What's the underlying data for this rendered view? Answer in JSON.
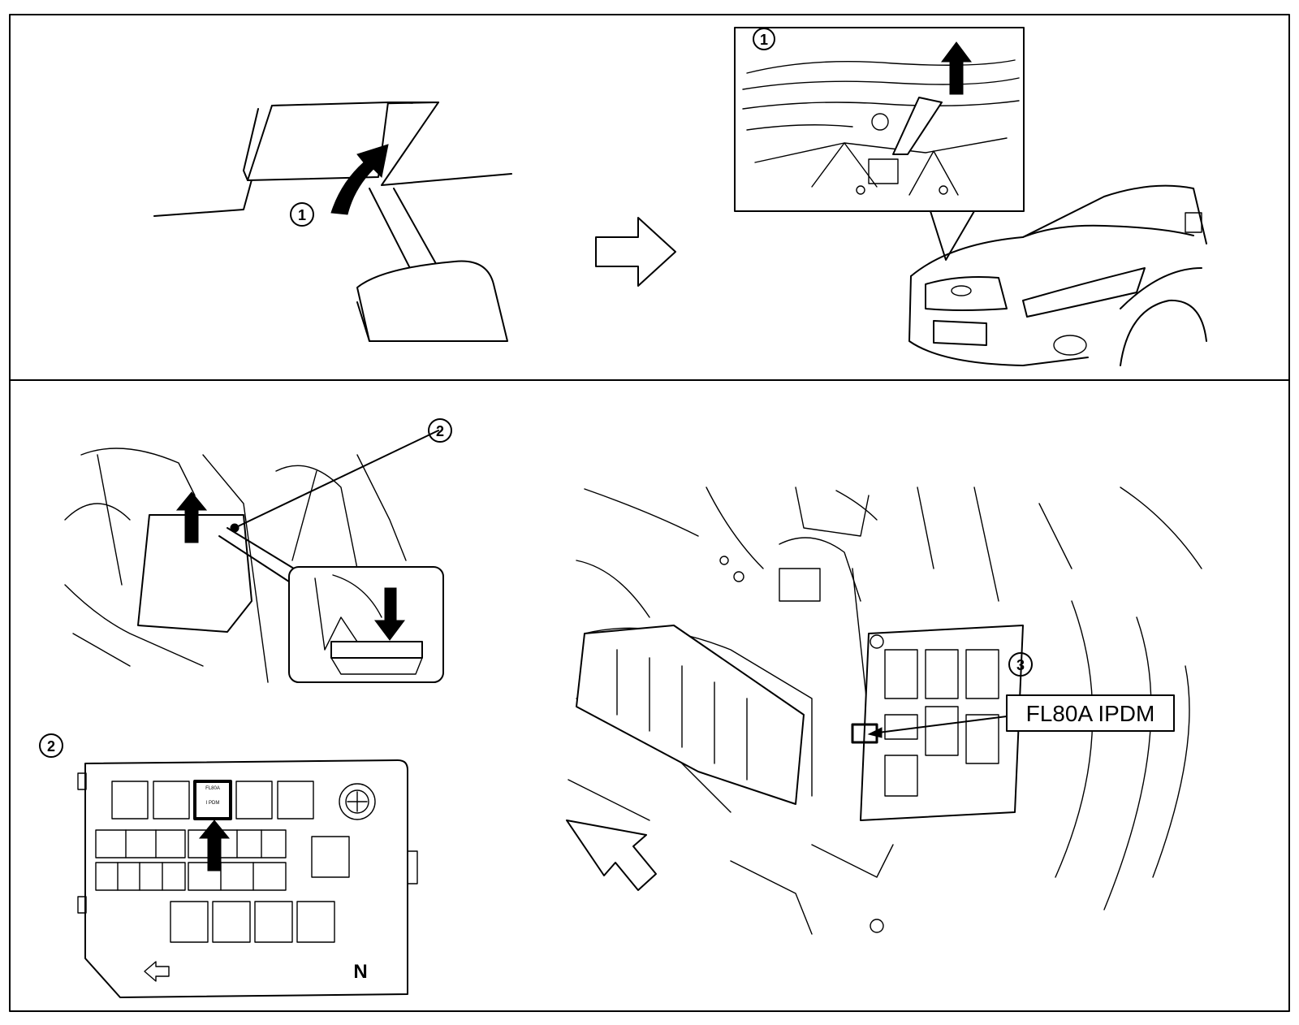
{
  "callouts": {
    "c1_pedal": "1",
    "c1_inset": "1",
    "c2_relay": "2",
    "c2_cover": "2",
    "c3_ipdm": "3"
  },
  "labels": {
    "fuse_label": "FL80A IPDM",
    "cover_slot_top": "FL80A",
    "cover_slot_name": "I PDM",
    "cover_letter": "N"
  },
  "icons": {
    "direction_arrow": "outline-arrow-right-icon",
    "front_arrow": "outline-arrow-down-left-icon",
    "up_arrow": "solid-arrow-up-icon",
    "down_arrow": "solid-arrow-down-icon"
  },
  "colors": {
    "line": "#000000",
    "background": "#ffffff"
  }
}
